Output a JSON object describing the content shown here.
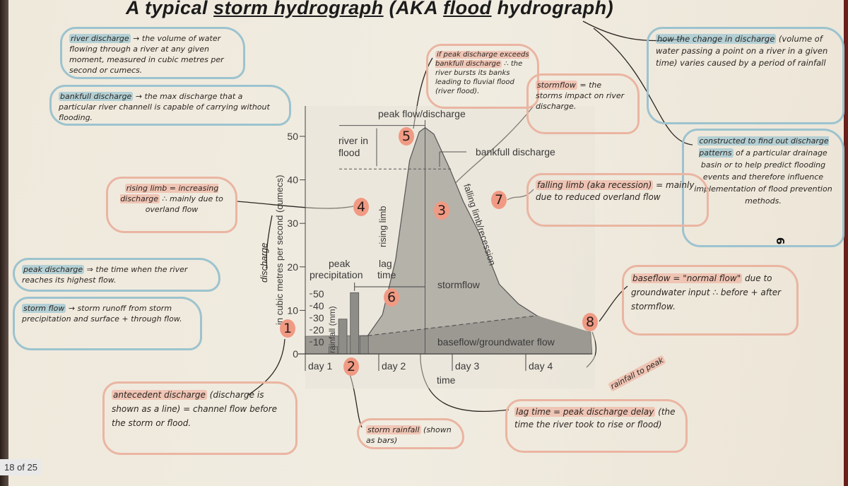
{
  "title": {
    "prefix": "A typical ",
    "underlined1": "storm hydrograph",
    "middle": " (AKA ",
    "underlined2": "flood",
    "suffix": " hydrograph)"
  },
  "page_indicator": "18 of 25",
  "notes": {
    "river_discharge": {
      "term": "river discharge",
      "text": " → the volume of water flowing through a river at any given moment, measured in cubic metres per second or cumecs."
    },
    "bankfull_discharge": {
      "term": "bankfull discharge",
      "text": " → the max discharge that a particular river channell is capable of carrying without flooding."
    },
    "rising_limb": {
      "term": "rising limb = increasing discharge",
      "text": " ∴ mainly due to overland flow"
    },
    "peak_discharge": {
      "term": "peak discharge",
      "text": " ⇒ the time when the river reaches its highest flow."
    },
    "storm_flow": {
      "term": "storm flow",
      "text": " → storm runoff from storm precipitation and surface + through flow."
    },
    "antecedent": {
      "term": "antecedent discharge",
      "text": " (discharge is shown as a line) = channel flow before the storm or flood."
    },
    "storm_rainfall": {
      "term": "storm rainfall",
      "text": " (shown as bars)"
    },
    "if_peak": {
      "term": "if peak discharge exceeds bankfull discharge",
      "text": " ∴ the river bursts its banks leading to fluvial flood (river flood)."
    },
    "stormflow_def": {
      "term": "stormflow",
      "text": " = the storms impact on river discharge."
    },
    "how_change": {
      "term": "how the change in discharge",
      "text": " (volume of water passing a point on a river in a given time) varies caused by a period of rainfall"
    },
    "constructed": {
      "term": "constructed to find out discharge patterns",
      "text": " of a particular drainage basin or to help predict flooding events and therefore influence implementation of flood prevention methods."
    },
    "falling_limb": {
      "term": "falling limb (aka recession)",
      "text": " = mainly due to reduced overland flow"
    },
    "baseflow": {
      "term": "baseflow = \"normal flow\"",
      "text": " due to groundwater input ∴ before + after stormflow."
    },
    "lag_time": {
      "term": "lag time = peak discharge delay",
      "text": " (the time the river took to rise or flood)",
      "aside": "rainfall to peak"
    }
  },
  "numbers": [
    "1",
    "2",
    "3",
    "4",
    "5",
    "6",
    "7",
    "8",
    "9"
  ],
  "chart_data": {
    "type": "line",
    "ylabel": "in cubic metres per second (cumecs)",
    "ylabel_handwritten": "discharge",
    "xlabel": "time",
    "y_ticks": [
      "0",
      "10",
      "20",
      "30",
      "40",
      "50"
    ],
    "ylim": [
      0,
      55
    ],
    "x_ticks": [
      "day 1",
      "day 2",
      "day 3",
      "day 4"
    ],
    "x_tick_values": [
      1,
      2,
      3,
      4
    ],
    "xlim": [
      1,
      4.9
    ],
    "rain_ylabel": "rainfall (mm)",
    "rain_ticks": [
      "10",
      "20",
      "30",
      "40",
      "50"
    ],
    "rain_tick_values": [
      10,
      20,
      30,
      40,
      50
    ],
    "hydrograph": {
      "t": [
        1.0,
        1.85,
        2.05,
        2.23,
        2.42,
        2.55,
        2.63,
        2.75,
        2.97,
        3.15,
        3.36,
        3.64,
        3.9,
        4.15,
        4.5,
        4.88
      ],
      "q": [
        4.0,
        4.2,
        9,
        21.7,
        44.5,
        51,
        52,
        50.5,
        42.4,
        35,
        28,
        16,
        11.5,
        8.8,
        6.3,
        5.0
      ]
    },
    "baseflow": {
      "t": [
        1.0,
        1.85,
        4.15,
        4.88
      ],
      "q": [
        4.0,
        4.2,
        8.8,
        5.0
      ]
    },
    "rainfall": {
      "t": [
        1.38,
        1.51,
        1.67,
        1.8
      ],
      "mm": [
        6,
        29,
        51,
        15
      ]
    },
    "bankfull_q": 42.5,
    "peak_q": 52.5,
    "peak_precip_t": 1.67,
    "peak_t": 2.63,
    "labels": {
      "peak_flow": "peak flow/discharge",
      "river_in_flood": "river in flood",
      "bankfull": "bankfull discharge",
      "rising_limb": "rising limb",
      "falling_limb": "falling limb/recession",
      "peak_precip": "peak precipitation",
      "lag_time": "lag time",
      "stormflow": "stormflow",
      "baseflow": "baseflow/groundwater flow"
    },
    "colors": {
      "stormflow": "#b5b2aa",
      "baseflow": "#9c9992",
      "bars": "#8f8d87",
      "highlight_pink": "#f09a84",
      "highlight_blue": "#9cc3cf"
    }
  }
}
